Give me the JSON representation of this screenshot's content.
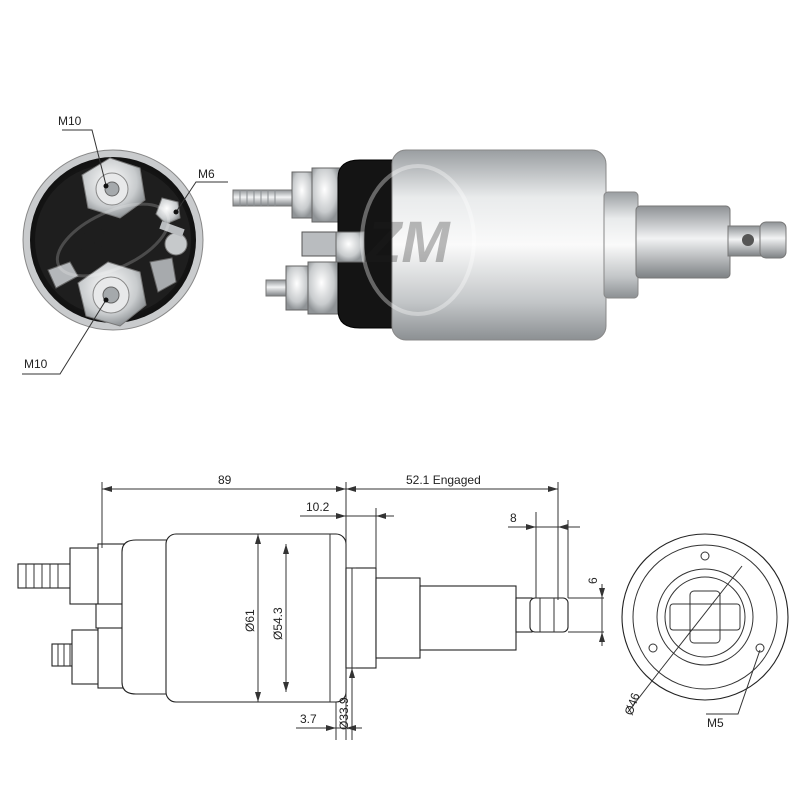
{
  "photo": {
    "end_view_labels": {
      "top_terminal": "M10",
      "small_terminal": "M6",
      "bottom_terminal": "M10"
    }
  },
  "drawing": {
    "dimensions": {
      "overall_length": "89",
      "engaged_travel": "52.1 Engaged",
      "flange_offset": "10.2",
      "plunger_tip": "8",
      "tip_thickness": "6",
      "body_diameter": "Ø61",
      "inner_diameter": "Ø54.3",
      "plunger_diameter": "Ø33.9",
      "flange_thickness": "3.7",
      "bolt_circle": "Ø46",
      "mount_thread": "M5"
    }
  },
  "colors": {
    "line": "#222222",
    "body_silver": "#cfd2d4",
    "cap_black": "#1a1a1a"
  }
}
